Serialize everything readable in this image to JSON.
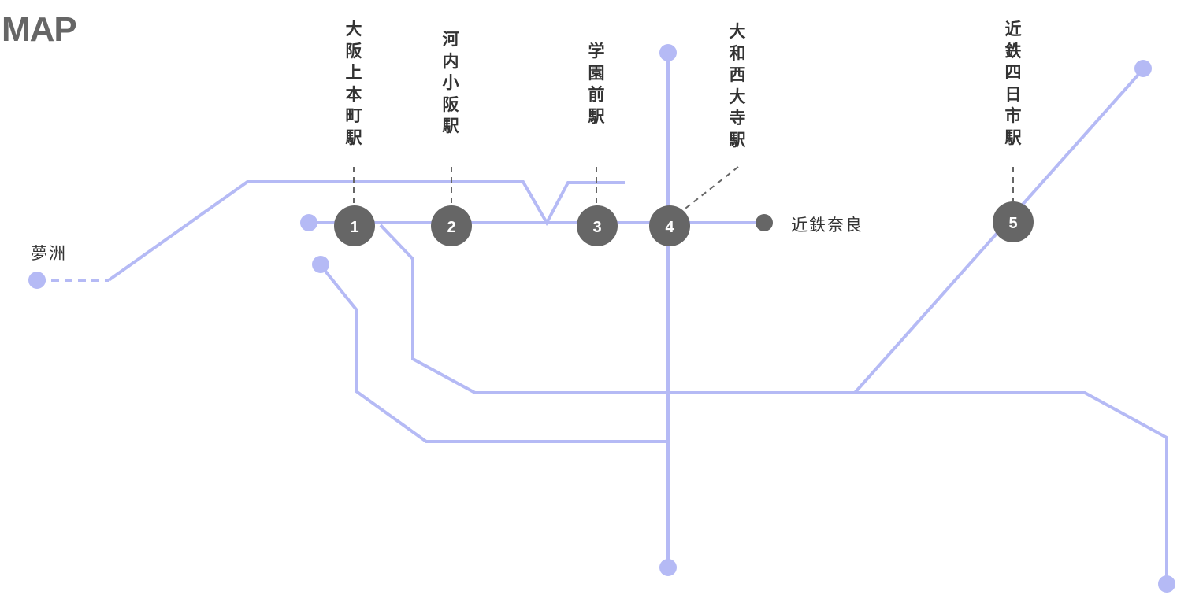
{
  "title": "MAP",
  "colors": {
    "line": "#b5baf5",
    "station": "#666666",
    "label": "#333333",
    "leader": "#666666"
  },
  "stations": [
    {
      "number": "1",
      "name": "大阪上本町駅"
    },
    {
      "number": "2",
      "name": "河内小阪駅"
    },
    {
      "number": "3",
      "name": "学園前駅"
    },
    {
      "number": "4",
      "name": "大和西大寺駅"
    },
    {
      "number": "5",
      "name": "近鉄四日市駅"
    }
  ],
  "places": {
    "yumeshima": "夢洲",
    "kintetsu_nara": "近鉄奈良"
  }
}
